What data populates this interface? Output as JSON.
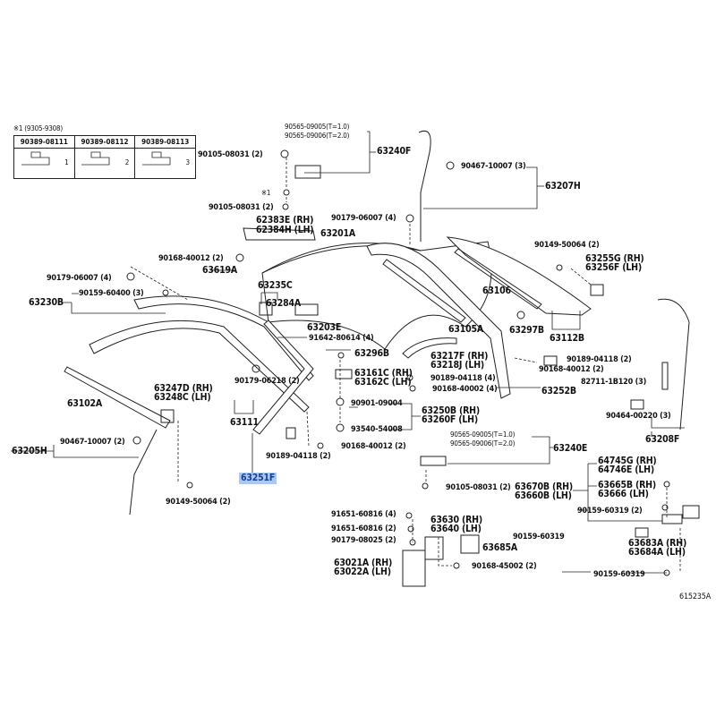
{
  "note_table": {
    "title": "※1 (9305-9308)",
    "columns": [
      {
        "part": "90389-08111",
        "thickness": "1"
      },
      {
        "part": "90389-08112",
        "thickness": "2"
      },
      {
        "part": "90389-08113",
        "thickness": "3"
      }
    ]
  },
  "labels": {
    "l01a": "90565-09005(T=1.0)",
    "l01b": "90565-09006(T=2.0)",
    "l02": "63240F",
    "l03": "90105-08031 (2)",
    "l04": "90467-10007 (3)",
    "l05": "63207H",
    "l06": "※1",
    "l07": "90105-08031 (2)",
    "l08": "90179-06007 (4)",
    "l09a": "62383E (RH)",
    "l09b": "62384H (LH)",
    "l10": "63201A",
    "l11": "90149-50064 (2)",
    "l12a": "63255G (RH)",
    "l12b": "63256F (LH)",
    "l13": "90168-40012 (2)",
    "l14": "63619A",
    "l15": "90179-06007 (4)",
    "l16": "63235C",
    "l17": "63106",
    "l18": "90159-60400 (3)",
    "l19": "63230B",
    "l20": "63284A",
    "l21": "63203E",
    "l22": "91642-80614 (4)",
    "l23": "63105A",
    "l24": "63297B",
    "l25": "63112B",
    "l26": "63296B",
    "l27": "90189-04118 (2)",
    "l28": "90168-40012 (2)",
    "l29a": "63217F (RH)",
    "l29b": "63218J (LH)",
    "l30a": "63161C (RH)",
    "l30b": "63162C (LH)",
    "l31": "90189-04118 (4)",
    "l32": "90168-40002 (4)",
    "l33": "63252B",
    "l34a": "63247D (RH)",
    "l34b": "63248C (LH)",
    "l35": "82711-1B120 (3)",
    "l36": "63102A",
    "l37": "63111",
    "l38": "90179-06218 (2)",
    "l39": "90901-09004",
    "l40a": "63250B (RH)",
    "l40b": "63260F (LH)",
    "l41": "90464-00220 (3)",
    "l42": "93540-54008",
    "l43a": "90565-09005(T=1.0)",
    "l43b": "90565-09006(T=2.0)",
    "l44": "63208F",
    "l45": "63240E",
    "l46": "90467-10007 (2)",
    "l47": "63205H",
    "l48": "90168-40012 (2)",
    "l49": "90189-04118 (2)",
    "l50": "63251F",
    "l51a": "64745G (RH)",
    "l51b": "64746E (LH)",
    "l52": "90105-08031 (2)",
    "l53a": "63670B (RH)",
    "l53b": "63660B (LH)",
    "l54a": "63665B (RH)",
    "l54b": "63666 (LH)",
    "l55": "90149-50064 (2)",
    "l56": "90159-60319 (2)",
    "l57": "91651-60816 (4)",
    "l58a": "63630 (RH)",
    "l58b": "63640 (LH)",
    "l59": "91651-60816 (2)",
    "l60": "90159-60319",
    "l61": "90179-08025 (2)",
    "l62": "63685A",
    "l63a": "63683A (RH)",
    "l63b": "63684A (LH)",
    "l64a": "63021A (RH)",
    "l64b": "63022A (LH)",
    "l65": "90168-45002 (2)",
    "l66": "90159-60319"
  },
  "selected_part": "63251F",
  "figure_id": "615235A",
  "colors": {
    "highlight": "#a9c8f5",
    "line": "#222222"
  }
}
